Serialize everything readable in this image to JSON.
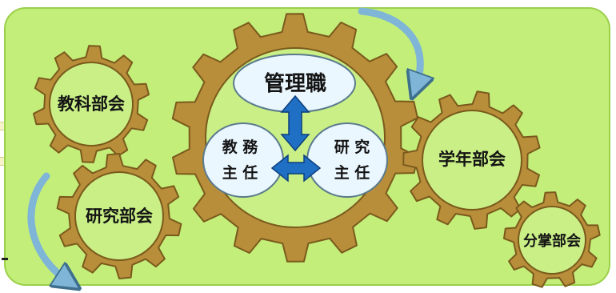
{
  "colors": {
    "panel_fill": "#c3ee7a",
    "panel_border": "#9bd04a",
    "gear_body": "#b88e3a",
    "gear_edge": "#7a5a1c",
    "gear_inner": "#c9ef86",
    "bubble_fill": "#eaf7ff",
    "bubble_border": "#5a7a8c",
    "arrow_blue": "#1f6fc4",
    "curved_arrow": "#7fb5d6"
  },
  "gears": {
    "kyoka_bukai": "教科部会",
    "kenkyu_bukai": "研究部会",
    "gakunen_bukai": "学年部会",
    "bunsho_bukai": "分掌部会"
  },
  "center": {
    "kanrishoku": "管理職",
    "kyomu_line1": "教 務",
    "kyomu_line2": "主 任",
    "kenkyu_line1": "研 究",
    "kenkyu_line2": "主 任"
  }
}
